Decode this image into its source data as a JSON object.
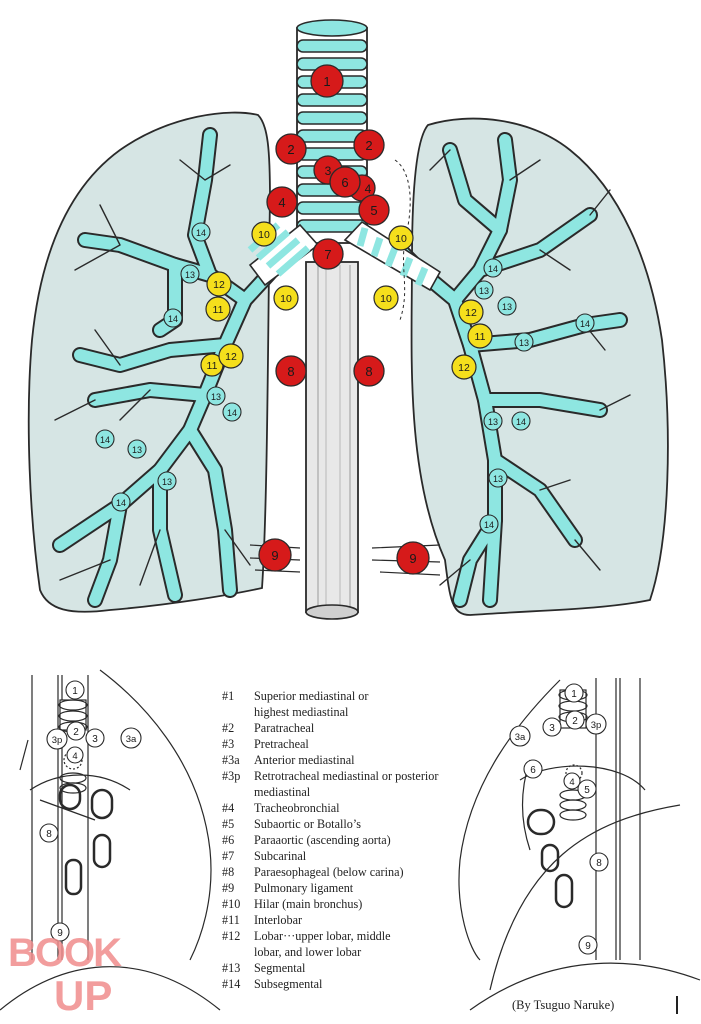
{
  "colors": {
    "lung": "#d6e5e4",
    "bronchus": "#8ee6e1",
    "red_station": "#d61a1a",
    "yellow_station": "#f5df1c",
    "cyan_station": "#8ee6e1",
    "outline": "#2a2a2a",
    "watermark": "#f08d8d"
  },
  "main_labels": {
    "s1": "1",
    "s2": "2",
    "s3": "3",
    "s4": "4",
    "s5": "5",
    "s6": "6",
    "s7": "7",
    "s8": "8",
    "s9": "9",
    "s10": "10",
    "s11": "11",
    "s12": "12",
    "s13": "13",
    "s14": "14"
  },
  "small_labels": {
    "s1": "1",
    "s2": "2",
    "s3": "3",
    "s3a": "3a",
    "s3p": "3p",
    "s4": "4",
    "s5": "5",
    "s6": "6",
    "s8": "8",
    "s9": "9"
  },
  "legend": [
    {
      "num": "#1",
      "text": "Superior mediastinal or"
    },
    {
      "num": "",
      "text": "highest mediastinal"
    },
    {
      "num": "#2",
      "text": "Paratracheal"
    },
    {
      "num": "#3",
      "text": "Pretracheal"
    },
    {
      "num": "#3a",
      "text": "Anterior mediastinal"
    },
    {
      "num": "#3p",
      "text": "Retrotracheal mediastinal or posterior"
    },
    {
      "num": "",
      "text": "mediastinal"
    },
    {
      "num": "#4",
      "text": "Tracheobronchial"
    },
    {
      "num": "#5",
      "text": "Subaortic or Botallo’s"
    },
    {
      "num": "#6",
      "text": "Paraaortic (ascending aorta)"
    },
    {
      "num": "#7",
      "text": "Subcarinal"
    },
    {
      "num": "#8",
      "text": "Paraesophageal (below carina)"
    },
    {
      "num": "#9",
      "text": "Pulmonary ligament"
    },
    {
      "num": "#10",
      "text": "Hilar (main bronchus)"
    },
    {
      "num": "#11",
      "text": "Interlobar"
    },
    {
      "num": "#12",
      "text": "Lobar···upper lobar, middle"
    },
    {
      "num": "",
      "text": "lobar, and lower lobar"
    },
    {
      "num": "#13",
      "text": "Segmental"
    },
    {
      "num": "#14",
      "text": "Subsegmental"
    }
  ],
  "credit": "(By Tsuguo Naruke)",
  "watermark": {
    "line1": "BOOK",
    "line2": "UP"
  }
}
